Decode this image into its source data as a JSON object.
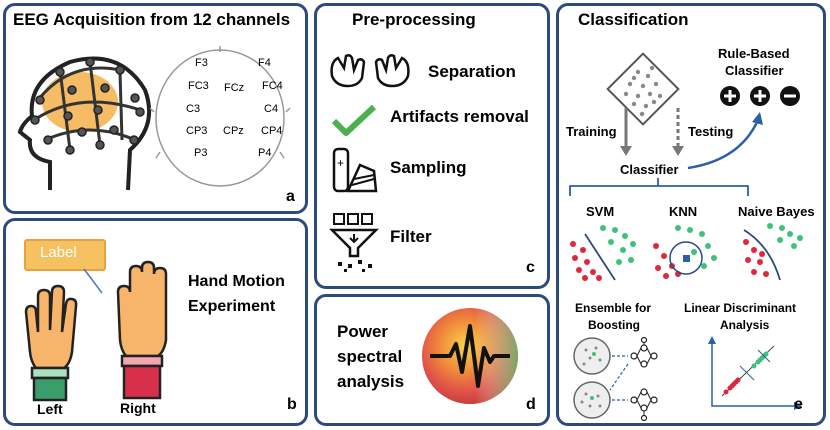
{
  "panel_a": {
    "title": "EEG Acquisition from 12 channels",
    "letter": "a",
    "channels": [
      "F3",
      "F4",
      "FC3",
      "FCz",
      "FC4",
      "C3",
      "C4",
      "CP3",
      "CPz",
      "CP4",
      "P3",
      "P4"
    ]
  },
  "panel_b": {
    "letter": "b",
    "label_box": "Label",
    "title_line1": "Hand Motion",
    "title_line2": "Experiment",
    "left": "Left",
    "right": "Right"
  },
  "panel_c": {
    "title": "Pre-processing",
    "letter": "c",
    "steps": [
      "Separation",
      "Artifacts removal",
      "Sampling",
      "Filter"
    ]
  },
  "panel_d": {
    "line1": "Power",
    "line2": "spectral",
    "line3": "analysis",
    "letter": "d"
  },
  "panel_e": {
    "title": "Classification",
    "letter": "e",
    "rule_line1": "Rule-Based",
    "rule_line2": "Classifier",
    "training": "Training",
    "testing": "Testing",
    "classifier": "Classifier",
    "methods": [
      "SVM",
      "KNN",
      "Naive Bayes"
    ],
    "ensemble_line1": "Ensemble for",
    "ensemble_line2": "Boosting",
    "lda_line1": "Linear Discriminant",
    "lda_line2": "Analysis"
  },
  "colors": {
    "border": "#2c4a7a",
    "accent_orange": "#f4b04a",
    "green": "#3cc27a",
    "red": "#e0283c",
    "check_green": "#4caf50",
    "arrow_blue": "#2b5fa8"
  }
}
